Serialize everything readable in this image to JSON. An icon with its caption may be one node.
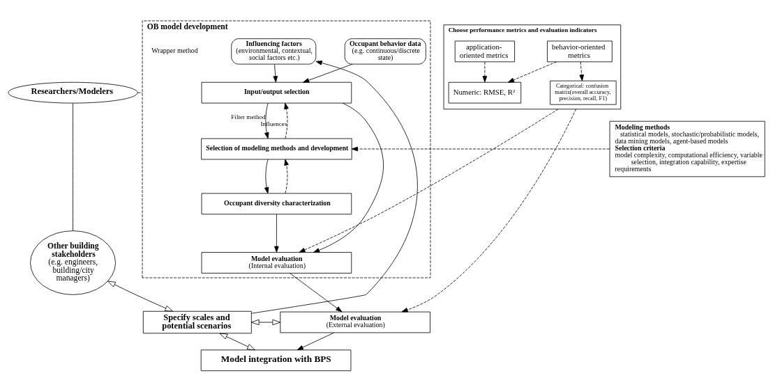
{
  "diagram": {
    "nodes": [
      {
        "text": [
          "OB model development"
        ]
      },
      {
        "text": [
          "Influencing factors",
          "(environmental, contextual, social factors etc.)"
        ],
        "in": 0
      },
      {
        "text": [
          "Occupant behavior data",
          "(e.g. continuous/discrete state)"
        ],
        "in": 0
      },
      {
        "text": [
          "Input/output selection"
        ],
        "in": 0
      },
      {
        "text": [
          "Selection of modeling methods and development"
        ],
        "in": 0
      },
      {
        "text": [
          "Occupant diversity characterization"
        ],
        "in": 0
      },
      {
        "text": [
          "Model evaluation",
          "(Internal evaluation)"
        ],
        "in": 0
      },
      {
        "text": [
          "Researchers/Modelers"
        ]
      },
      {
        "text": [
          "Other building stakeholders",
          "(e.g. engineers, building/city managers)"
        ]
      },
      {
        "text": [
          "Specify scales and potential scenarios"
        ]
      },
      {
        "text": [
          "Model evaluation",
          "(External evaluation)"
        ]
      },
      {
        "text": [
          "Model integration with BPS"
        ]
      },
      {
        "text": [
          "Modeling methods",
          "statistical models, stochastic/probabilistic models, data mining models, agent-based models",
          "Selection criteria",
          "model complexity, computational efficiency, variable selection, integration capability, expertise requirements"
        ]
      },
      {
        "text": [
          "Choose performance metrics and evaluation indicators"
        ]
      },
      {
        "text": [
          "behavior-oriented metrics"
        ],
        "in": 13
      },
      {
        "text": [
          "application-oriented metrics"
        ],
        "in": 13
      },
      {
        "text": [
          "Numeric: RMSE, R²"
        ],
        "in": 13
      },
      {
        "text": [
          "Categorical: confusion matrix(overall accuracy, precision, recall, F1)"
        ],
        "in": 13
      }
    ],
    "edges": [
      {
        "from": 1,
        "to": 3,
        "arrow": "to"
      },
      {
        "from": 2,
        "to": 3,
        "arrow": "to"
      },
      {
        "from": 3,
        "to": 4,
        "arrow": "to",
        "label": "Filter method"
      },
      {
        "from": 4,
        "to": 3,
        "arrow": "to",
        "style": "dashed",
        "label": "Influences"
      },
      {
        "from": 4,
        "to": 5,
        "arrow": "to"
      },
      {
        "from": 5,
        "to": 4,
        "arrow": "to",
        "style": "dashed"
      },
      {
        "from": 5,
        "to": 6,
        "arrow": "to"
      },
      {
        "from": 3,
        "to": 6,
        "arrow": "to"
      },
      {
        "from": 6,
        "to": 10,
        "arrow": "to"
      },
      {
        "from": 10,
        "to": 11,
        "arrow": "to"
      },
      {
        "from": 9,
        "to": 1,
        "arrow": "to"
      },
      {
        "from": 7,
        "to": 0,
        "arrow": "none",
        "style": "dashed"
      },
      {
        "from": 7,
        "to": 8,
        "arrow": "none"
      },
      {
        "from": 8,
        "to": 9,
        "arrow": "both"
      },
      {
        "from": 9,
        "to": 10,
        "arrow": "both"
      },
      {
        "from": 9,
        "to": 11,
        "arrow": "both"
      },
      {
        "from": 12,
        "to": 4,
        "arrow": "to",
        "style": "dashed"
      },
      {
        "from": 13,
        "to": 6,
        "arrow": "to",
        "style": "dashed"
      },
      {
        "from": 13,
        "to": 10,
        "arrow": "to",
        "style": "dashed"
      },
      {
        "from": 14,
        "to": 16,
        "arrow": "to",
        "style": "dashed"
      },
      {
        "from": 14,
        "to": 17,
        "arrow": "to",
        "style": "dashed"
      },
      {
        "from": 15,
        "to": 16,
        "arrow": "to",
        "style": "dashed"
      }
    ],
    "labels": [
      "Wrapper method"
    ]
  }
}
